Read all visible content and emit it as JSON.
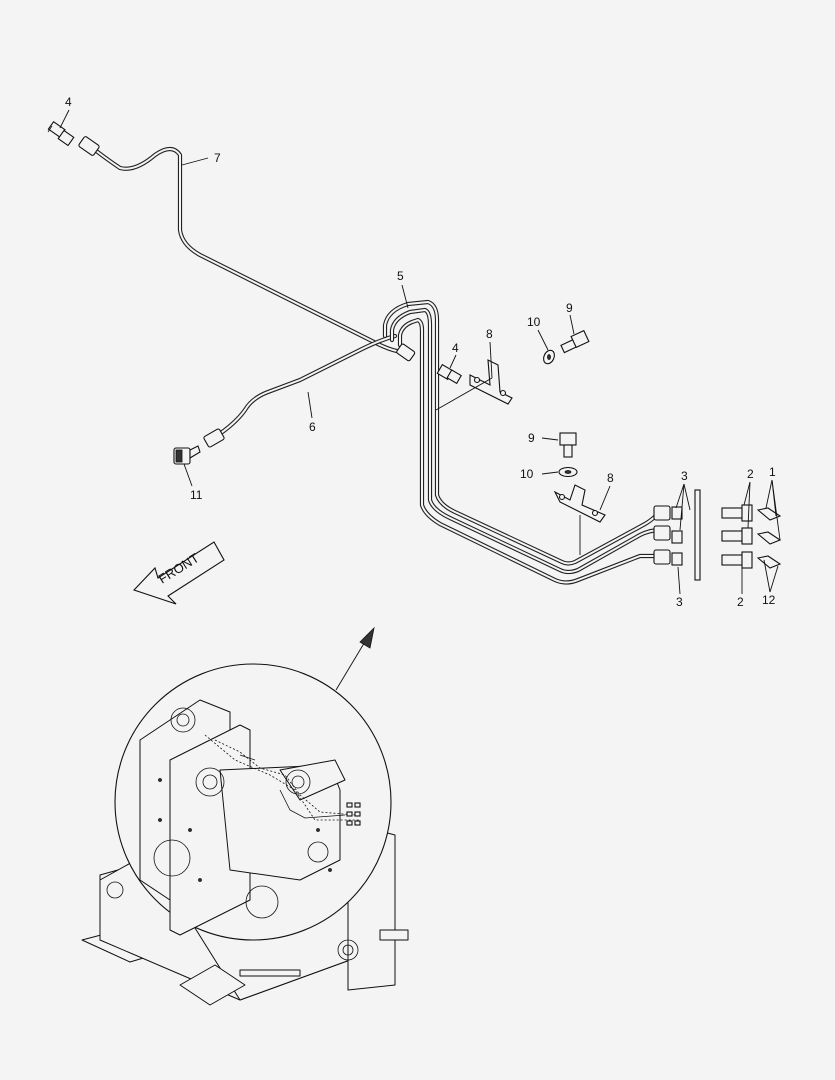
{
  "front_label": "FRONT",
  "callouts": {
    "c_4a": "4",
    "c_7": "7",
    "c_5": "5",
    "c_4b": "4",
    "c_8a": "8",
    "c_10a": "10",
    "c_9a": "9",
    "c_6": "6",
    "c_11": "11",
    "c_9b": "9",
    "c_10b": "10",
    "c_8b": "8",
    "c_3a": "3",
    "c_2a": "2",
    "c_1": "1",
    "c_3b": "3",
    "c_2b": "2",
    "c_12": "12"
  }
}
